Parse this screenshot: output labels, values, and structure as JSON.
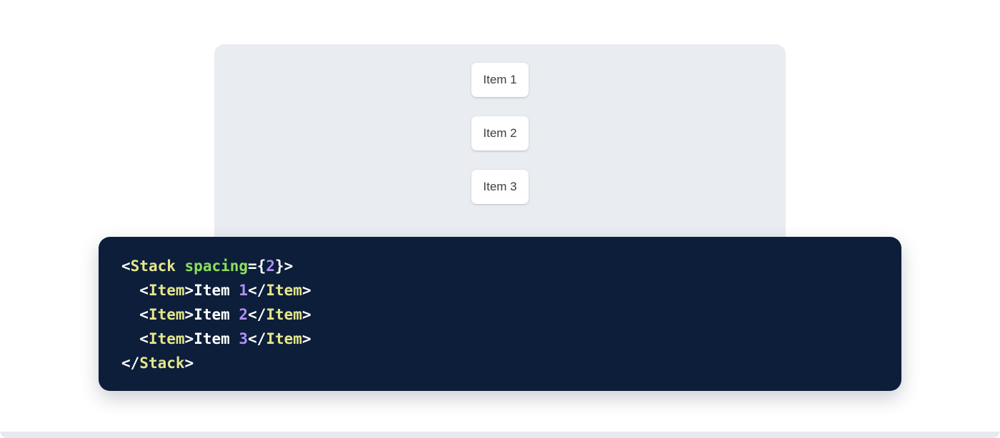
{
  "preview": {
    "panel_background": "#e9ecf1",
    "items": [
      {
        "label": "Item 1"
      },
      {
        "label": "Item 2"
      },
      {
        "label": "Item 3"
      }
    ]
  },
  "code": {
    "background": "#0c1e3a",
    "language": "jsx",
    "colors": {
      "punctuation": "#ffffff",
      "tag": "#e6e68a",
      "attribute": "#8ce05a",
      "number": "#b48ef5",
      "text": "#ffffff"
    },
    "lines": [
      {
        "indent": "",
        "tokens": [
          {
            "t": "punct",
            "v": "<"
          },
          {
            "t": "tag",
            "v": "Stack"
          },
          {
            "t": "text",
            "v": " "
          },
          {
            "t": "attr",
            "v": "spacing"
          },
          {
            "t": "punct",
            "v": "={"
          },
          {
            "t": "num",
            "v": "2"
          },
          {
            "t": "punct",
            "v": "}>"
          }
        ]
      },
      {
        "indent": "  ",
        "tokens": [
          {
            "t": "punct",
            "v": "<"
          },
          {
            "t": "tag",
            "v": "Item"
          },
          {
            "t": "punct",
            "v": ">"
          },
          {
            "t": "text",
            "v": "Item "
          },
          {
            "t": "num",
            "v": "1"
          },
          {
            "t": "punct",
            "v": "</"
          },
          {
            "t": "tag",
            "v": "Item"
          },
          {
            "t": "punct",
            "v": ">"
          }
        ]
      },
      {
        "indent": "  ",
        "tokens": [
          {
            "t": "punct",
            "v": "<"
          },
          {
            "t": "tag",
            "v": "Item"
          },
          {
            "t": "punct",
            "v": ">"
          },
          {
            "t": "text",
            "v": "Item "
          },
          {
            "t": "num",
            "v": "2"
          },
          {
            "t": "punct",
            "v": "</"
          },
          {
            "t": "tag",
            "v": "Item"
          },
          {
            "t": "punct",
            "v": ">"
          }
        ]
      },
      {
        "indent": "  ",
        "tokens": [
          {
            "t": "punct",
            "v": "<"
          },
          {
            "t": "tag",
            "v": "Item"
          },
          {
            "t": "punct",
            "v": ">"
          },
          {
            "t": "text",
            "v": "Item "
          },
          {
            "t": "num",
            "v": "3"
          },
          {
            "t": "punct",
            "v": "</"
          },
          {
            "t": "tag",
            "v": "Item"
          },
          {
            "t": "punct",
            "v": ">"
          }
        ]
      },
      {
        "indent": "",
        "tokens": [
          {
            "t": "punct",
            "v": "</"
          },
          {
            "t": "tag",
            "v": "Stack"
          },
          {
            "t": "punct",
            "v": ">"
          }
        ]
      }
    ]
  }
}
